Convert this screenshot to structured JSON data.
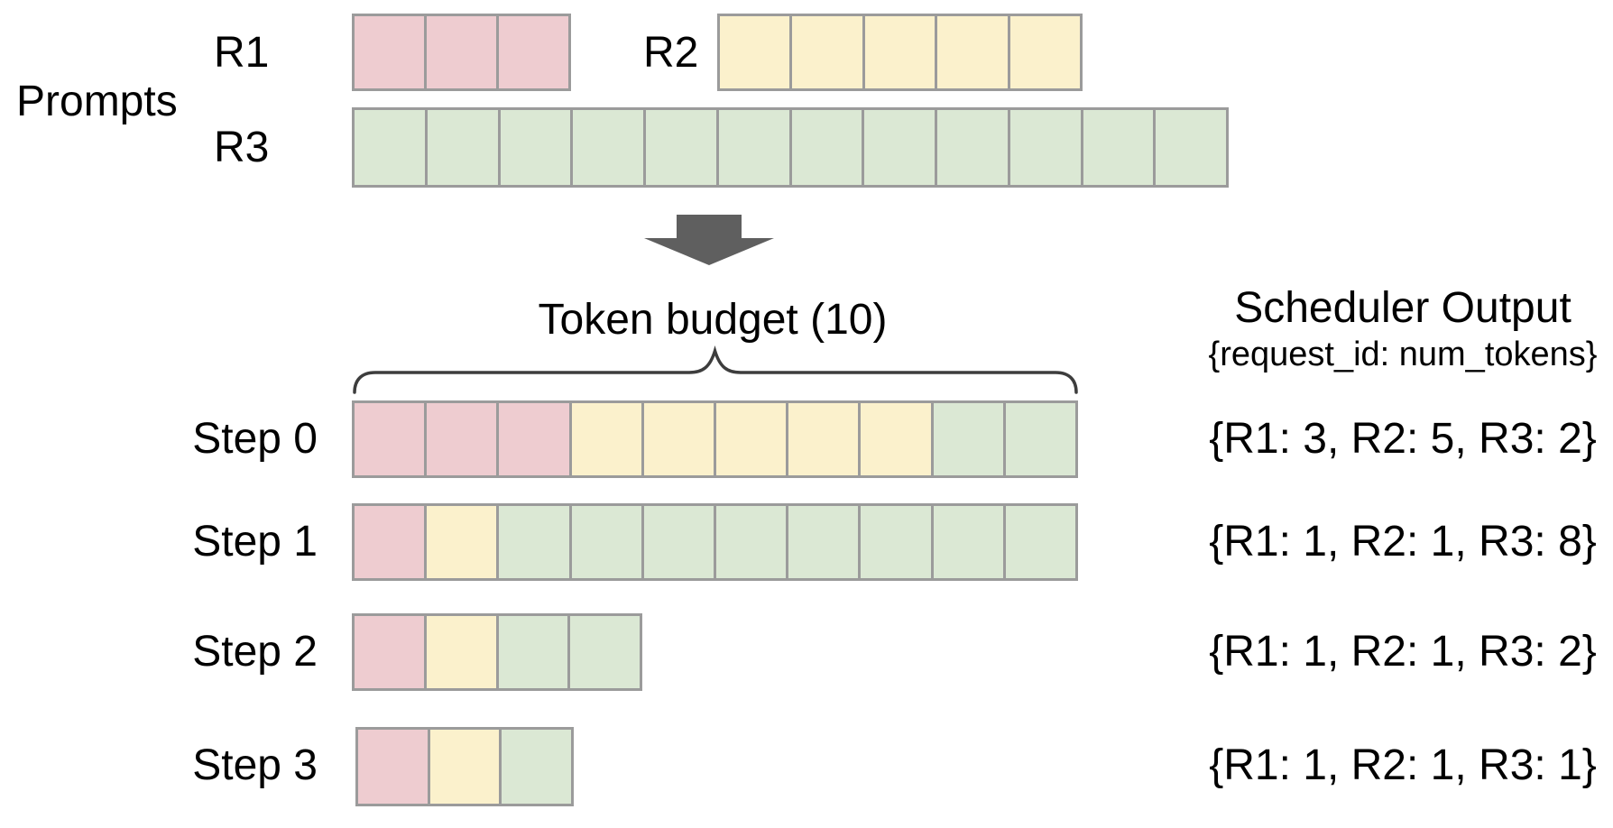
{
  "palette": {
    "cell_border": "#9b9b9b",
    "arrow_color": "#5f5f5f",
    "brace_color": "#3d3d3d",
    "text_color": "#000000",
    "background": "#ffffff"
  },
  "prompts": {
    "section_label": "Prompts",
    "requests": [
      {
        "id": "R1",
        "label": "R1",
        "prompt_tokens": 3,
        "color": "#eeccd0"
      },
      {
        "id": "R2",
        "label": "R2",
        "prompt_tokens": 5,
        "color": "#fbf1cc"
      },
      {
        "id": "R3",
        "label": "R3",
        "prompt_tokens": 12,
        "color": "#dbe8d4"
      }
    ]
  },
  "token_budget": {
    "label": "Token budget (10)",
    "value": 10
  },
  "scheduler_output": {
    "title": "Scheduler Output",
    "subtitle": "{request_id: num_tokens}",
    "steps": [
      {
        "label": "Step 0",
        "output_text": "{R1: 3, R2: 5, R3: 2}",
        "allocations": [
          {
            "request": "R1",
            "tokens": 3
          },
          {
            "request": "R2",
            "tokens": 5
          },
          {
            "request": "R3",
            "tokens": 2
          }
        ]
      },
      {
        "label": "Step 1",
        "output_text": "{R1: 1, R2: 1, R3: 8}",
        "allocations": [
          {
            "request": "R1",
            "tokens": 1
          },
          {
            "request": "R2",
            "tokens": 1
          },
          {
            "request": "R3",
            "tokens": 8
          }
        ]
      },
      {
        "label": "Step 2",
        "output_text": "{R1: 1, R2: 1, R3: 2}",
        "allocations": [
          {
            "request": "R1",
            "tokens": 1
          },
          {
            "request": "R2",
            "tokens": 1
          },
          {
            "request": "R3",
            "tokens": 2
          }
        ]
      },
      {
        "label": "Step 3",
        "output_text": "{R1: 1, R2: 1, R3: 1}",
        "allocations": [
          {
            "request": "R1",
            "tokens": 1
          },
          {
            "request": "R2",
            "tokens": 1
          },
          {
            "request": "R3",
            "tokens": 1
          }
        ]
      }
    ]
  },
  "icons": {
    "arrow": "down-block-arrow-icon",
    "brace": "curly-brace-top-icon"
  }
}
